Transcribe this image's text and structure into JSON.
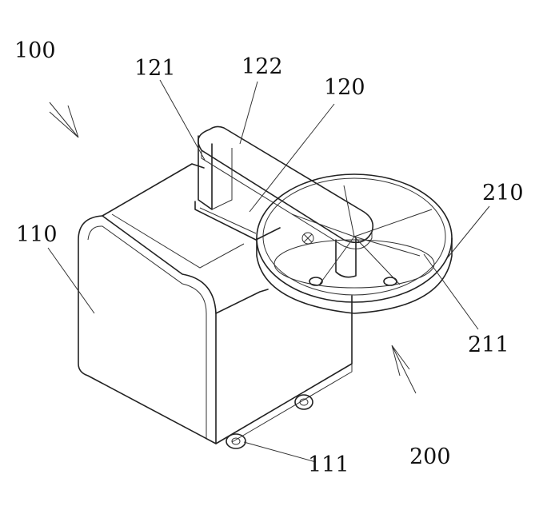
{
  "figure": {
    "labels": {
      "assembly": "100",
      "post": "121",
      "arm": "122",
      "support": "120",
      "bowl": "210",
      "cabinet": "110",
      "divider": "211",
      "tray_unit": "200",
      "caster": "111"
    }
  }
}
